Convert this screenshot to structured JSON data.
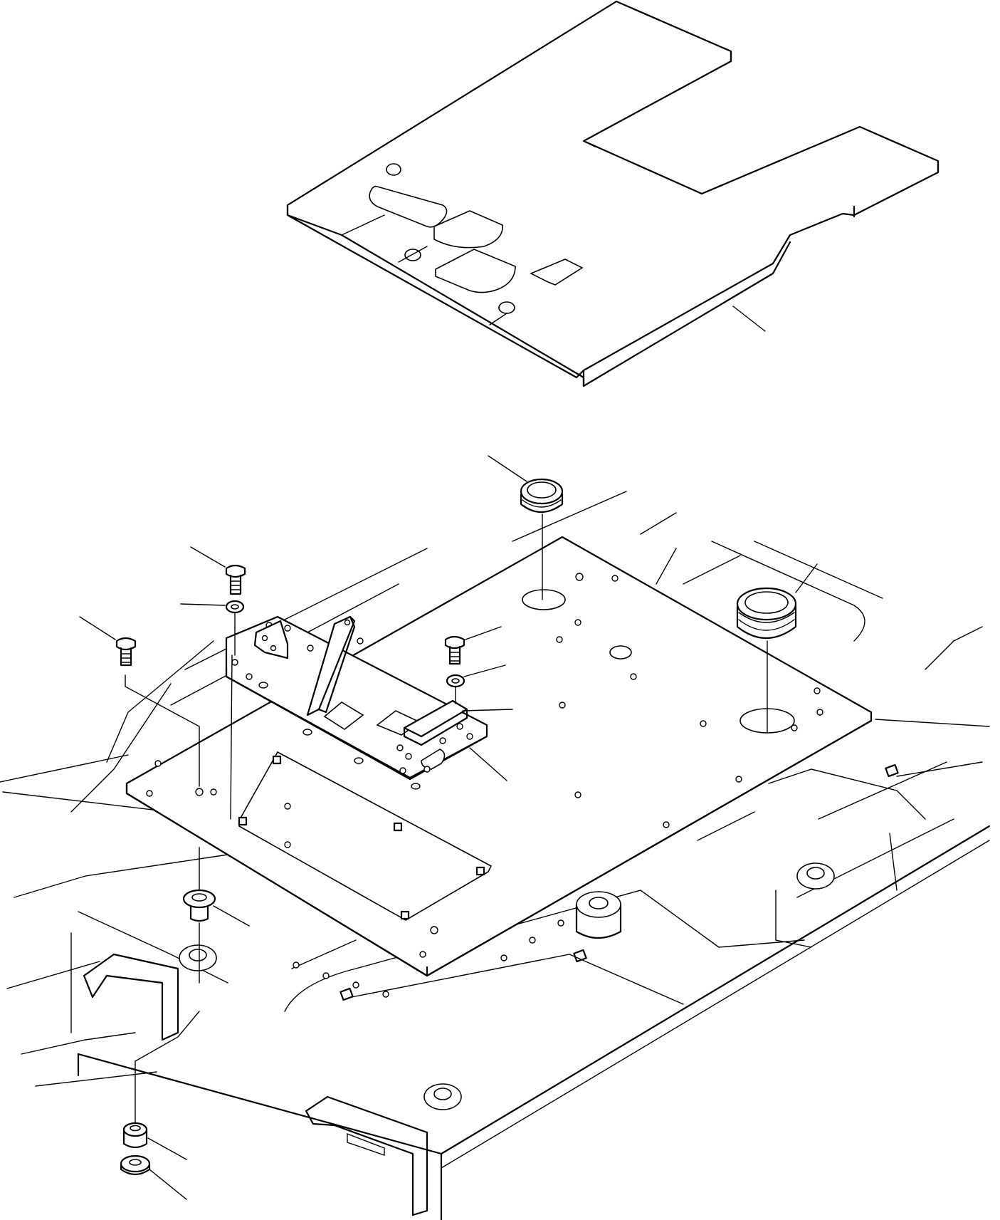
{
  "diagram": {
    "parts": [
      {
        "name": "floor-mat"
      },
      {
        "name": "floor-plate"
      },
      {
        "name": "mount-plate"
      },
      {
        "name": "bracket"
      },
      {
        "name": "grommet-large-front"
      },
      {
        "name": "grommet-large-right"
      },
      {
        "name": "bolt-left"
      },
      {
        "name": "bolt-center"
      },
      {
        "name": "bolt-right"
      },
      {
        "name": "washer-center"
      },
      {
        "name": "washer-right"
      },
      {
        "name": "damper-mount-upper"
      },
      {
        "name": "damper-mount-lower"
      },
      {
        "name": "damper-washer-lower"
      }
    ]
  }
}
